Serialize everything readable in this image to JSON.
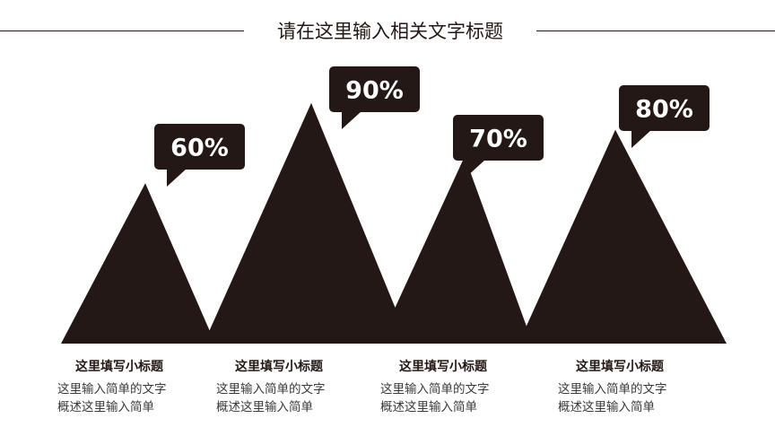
{
  "page": {
    "title": "请在这里输入相关文字标题"
  },
  "chart_data": {
    "type": "bar",
    "title": "请在这里输入相关文字标题",
    "categories": [
      "这里填写小标题",
      "这里填写小标题",
      "这里填写小标题",
      "这里填写小标题"
    ],
    "values": [
      60,
      90,
      70,
      80
    ],
    "value_labels": [
      "60%",
      "90%",
      "70%",
      "80%"
    ],
    "descriptions": [
      [
        "这里输入简单的文字",
        "概述这里输入简单"
      ],
      [
        "这里输入简单的文字",
        "概述这里输入简单"
      ],
      [
        "这里输入简单的文字",
        "概述这里输入简单"
      ],
      [
        "这里输入简单的文字",
        "概述这里输入简单"
      ]
    ],
    "ylim": [
      0,
      100
    ],
    "colors": {
      "mark": "#231815",
      "text": "#231815",
      "background": "#ffffff"
    }
  }
}
